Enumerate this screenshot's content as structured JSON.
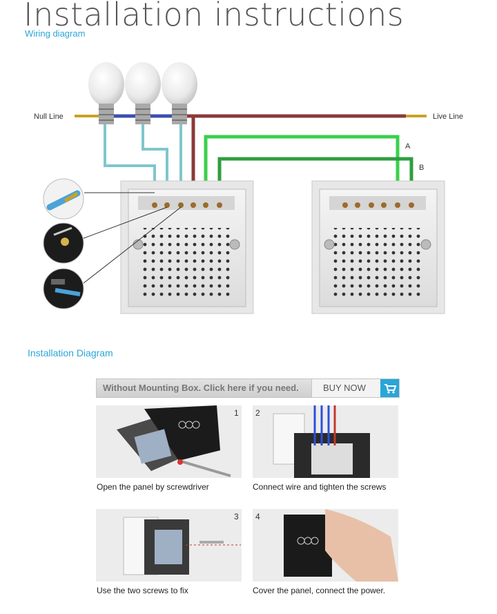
{
  "header": {
    "title": "Installation instructions",
    "subtitle": "Wiring diagram"
  },
  "wiring": {
    "null_line": "Null Line",
    "live_line": "Live Line",
    "wire_a": "A",
    "wire_b": "B"
  },
  "section2": {
    "title": "Installation Diagram"
  },
  "banner": {
    "text": "Without Mounting Box. Click here if you need.",
    "button": "BUY NOW",
    "icon": "cart-icon"
  },
  "steps": [
    {
      "num": "1",
      "caption": "Open the panel by screwdriver"
    },
    {
      "num": "2",
      "caption": "Connect wire and tighten the screws"
    },
    {
      "num": "3",
      "caption": "Use the two screws to fix"
    },
    {
      "num": "4",
      "caption": "Cover the panel, connect the power."
    }
  ]
}
